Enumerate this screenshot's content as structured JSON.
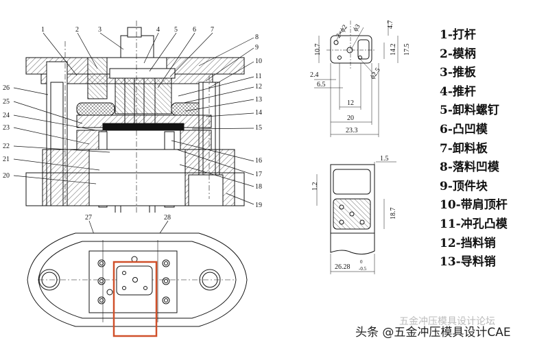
{
  "callouts": [
    "1",
    "2",
    "3",
    "4",
    "5",
    "6",
    "7",
    "8",
    "9",
    "10",
    "11",
    "12",
    "13",
    "14",
    "15",
    "16",
    "17",
    "18",
    "19",
    "20",
    "21",
    "22",
    "23",
    "24",
    "25",
    "26",
    "27",
    "28"
  ],
  "dimensions": {
    "d_2x_phi2": "2×ϕ2",
    "d_phi3": "ϕ3",
    "d_phi2_5": "ϕ2.5",
    "d_4_7": "4.7",
    "d_10_7": "10.7",
    "d_14_2": "14.2",
    "d_17_5": "17.5",
    "d_2_4": "2.4",
    "d_6_5": "6.5",
    "d_12": "12",
    "d_20": "20",
    "d_23_3": "23.3",
    "d_1_5": "1.5",
    "d_1_2": "1.2",
    "d_18_7": "18.7",
    "d_26_28": "26.28",
    "d_tol_upper": "0",
    "d_tol_lower": "-0.5"
  },
  "legend": [
    "1-打杆",
    "2-模柄",
    "3-推板",
    "4-推杆",
    "5-卸料螺钉",
    "6-凸凹模",
    "7-卸料板",
    "8-落料凹模",
    "9-顶件块",
    "10-带肩顶杆",
    "11-冲孔凸模",
    "12-挡料销",
    "13-导料销"
  ],
  "watermark": {
    "ghost": "五金冲压模具设计论坛",
    "text": "头条 @五金冲压模具设计CAE"
  },
  "colors": {
    "line": "#111111",
    "highlight": "#d0502a",
    "hatch": "#333333"
  }
}
